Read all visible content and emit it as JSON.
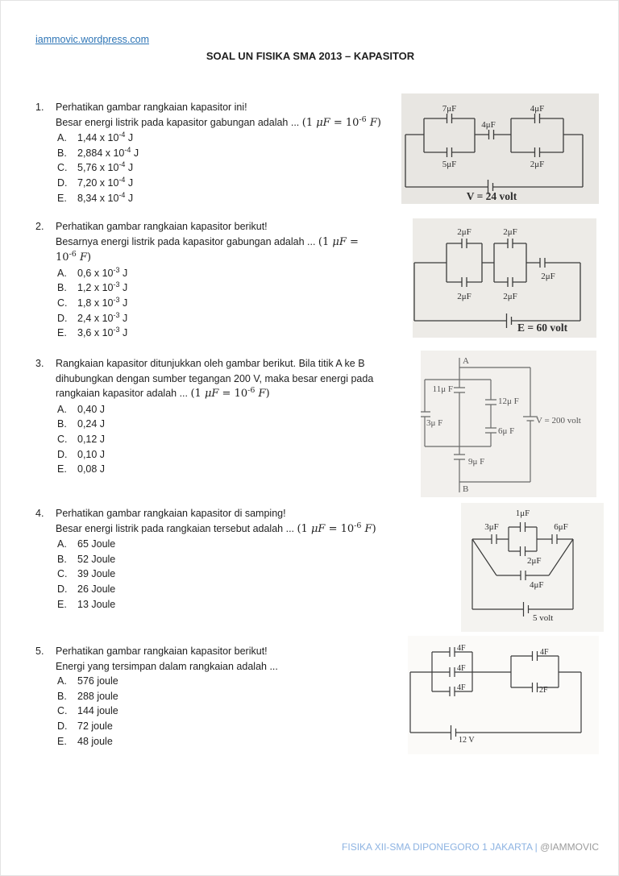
{
  "header": {
    "link": "iammovic.wordpress.com",
    "title": "SOAL UN FISIKA SMA 2013 – KAPASITOR"
  },
  "footer": {
    "left": "FISIKA XII-SMA DIPONEGORO 1 JAKARTA",
    "separator": " | ",
    "right": "@IAMMOVIC"
  },
  "colors": {
    "link_blue": "#2e75b6",
    "footer_blue": "#8db3e2",
    "footer_gray": "#9b9b9b"
  },
  "questions": [
    {
      "number": "1.",
      "stem": [
        [
          {
            "t": "Perhatikan gambar rangkaian kapasitor ini!",
            "s": "p"
          }
        ],
        [
          {
            "t": "Besar energi listrik pada kapasitor gabungan adalah ... ",
            "s": "p"
          },
          {
            "t": "(1 ",
            "s": "m"
          },
          {
            "t": "μF",
            "s": "mi"
          },
          {
            "t": " = 10",
            "s": "m"
          },
          {
            "t": "-6",
            "s": "msup"
          },
          {
            "t": " ",
            "s": "m"
          },
          {
            "t": "F",
            "s": "mi"
          },
          {
            "t": ")",
            "s": "m"
          }
        ]
      ],
      "options": [
        {
          "letter": "A.",
          "base": "1,44 x 10",
          "sup": "-4",
          "tail": " J"
        },
        {
          "letter": "B.",
          "base": "2,884 x 10",
          "sup": "-4",
          "tail": " J"
        },
        {
          "letter": "C.",
          "base": "5,76 x 10",
          "sup": "-4",
          "tail": " J"
        },
        {
          "letter": "D.",
          "base": "7,20 x 10",
          "sup": "-4",
          "tail": " J"
        },
        {
          "letter": "E.",
          "base": "8,34 x 10",
          "sup": "-4",
          "tail": " J"
        }
      ]
    },
    {
      "number": "2.",
      "stem": [
        [
          {
            "t": "Perhatikan gambar rangkaian kapasitor berikut!",
            "s": "p"
          }
        ],
        [
          {
            "t": "Besarnya energi listrik pada kapasitor gabungan adalah ... ",
            "s": "p"
          },
          {
            "t": "(1 ",
            "s": "m"
          },
          {
            "t": "μF",
            "s": "mi"
          },
          {
            "t": " =",
            "s": "m"
          }
        ],
        [
          {
            "t": "10",
            "s": "m"
          },
          {
            "t": "-6",
            "s": "msup"
          },
          {
            "t": " ",
            "s": "m"
          },
          {
            "t": "F",
            "s": "mi"
          },
          {
            "t": ")",
            "s": "m"
          }
        ]
      ],
      "options": [
        {
          "letter": "A.",
          "base": "0,6 x 10",
          "sup": "-3",
          "tail": " J"
        },
        {
          "letter": "B.",
          "base": "1,2 x 10",
          "sup": "-3",
          "tail": " J"
        },
        {
          "letter": "C.",
          "base": "1,8 x 10",
          "sup": "-3",
          "tail": " J"
        },
        {
          "letter": "D.",
          "base": "2,4 x 10",
          "sup": "-3",
          "tail": " J"
        },
        {
          "letter": "E.",
          "base": "3,6 x 10",
          "sup": "-3",
          "tail": " J"
        }
      ]
    },
    {
      "number": "3.",
      "stem": [
        [
          {
            "t": "Rangkaian kapasitor ditunjukkan oleh gambar berikut. Bila titik A ke B",
            "s": "p"
          }
        ],
        [
          {
            "t": "dihubungkan dengan sumber tegangan 200 V, maka besar energi pada",
            "s": "p"
          }
        ],
        [
          {
            "t": "rangkaian kapasitor adalah ... ",
            "s": "p"
          },
          {
            "t": "(1 ",
            "s": "m"
          },
          {
            "t": "μF",
            "s": "mi"
          },
          {
            "t": " = 10",
            "s": "m"
          },
          {
            "t": "-6",
            "s": "msup"
          },
          {
            "t": " ",
            "s": "m"
          },
          {
            "t": "F",
            "s": "mi"
          },
          {
            "t": ")",
            "s": "m"
          }
        ]
      ],
      "options": [
        {
          "letter": "A.",
          "base": "0,40 J",
          "sup": "",
          "tail": ""
        },
        {
          "letter": "B.",
          "base": "0,24 J",
          "sup": "",
          "tail": ""
        },
        {
          "letter": "C.",
          "base": "0,12 J",
          "sup": "",
          "tail": ""
        },
        {
          "letter": "D.",
          "base": "0,10 J",
          "sup": "",
          "tail": ""
        },
        {
          "letter": "E.",
          "base": "0,08 J",
          "sup": "",
          "tail": ""
        }
      ]
    },
    {
      "number": "4.",
      "stem": [
        [
          {
            "t": "Perhatikan gambar rangkaian kapasitor di samping!",
            "s": "p"
          }
        ],
        [
          {
            "t": "Besar energi listrik pada rangkaian tersebut adalah ... ",
            "s": "p"
          },
          {
            "t": "(1 ",
            "s": "m"
          },
          {
            "t": "μF",
            "s": "mi"
          },
          {
            "t": " = 10",
            "s": "m"
          },
          {
            "t": "-6",
            "s": "msup"
          },
          {
            "t": " ",
            "s": "m"
          },
          {
            "t": "F",
            "s": "mi"
          },
          {
            "t": ")",
            "s": "m"
          }
        ]
      ],
      "options": [
        {
          "letter": "A.",
          "base": "65 Joule",
          "sup": "",
          "tail": ""
        },
        {
          "letter": "B.",
          "base": "52 Joule",
          "sup": "",
          "tail": ""
        },
        {
          "letter": "C.",
          "base": "39 Joule",
          "sup": "",
          "tail": ""
        },
        {
          "letter": "D.",
          "base": "26 Joule",
          "sup": "",
          "tail": ""
        },
        {
          "letter": "E.",
          "base": "13 Joule",
          "sup": "",
          "tail": ""
        }
      ]
    },
    {
      "number": "5.",
      "stem": [
        [
          {
            "t": "Perhatikan gambar rangkaian kapasitor berikut!",
            "s": "p"
          }
        ],
        [
          {
            "t": "Energi yang tersimpan dalam rangkaian adalah ...",
            "s": "p"
          }
        ]
      ],
      "options": [
        {
          "letter": "A.",
          "base": "576 joule",
          "sup": "",
          "tail": ""
        },
        {
          "letter": "B.",
          "base": "288 joule",
          "sup": "",
          "tail": ""
        },
        {
          "letter": "C.",
          "base": "144 joule",
          "sup": "",
          "tail": ""
        },
        {
          "letter": "D.",
          "base": "72 joule",
          "sup": "",
          "tail": ""
        },
        {
          "letter": "E.",
          "base": "48 joule",
          "sup": "",
          "tail": ""
        }
      ]
    }
  ],
  "circuits": [
    {
      "labels": {
        "tl": "7μF",
        "tr": "4μF",
        "mid": "4μF",
        "bl": "5μF",
        "br": "2μF",
        "src": "V = 24 volt"
      }
    },
    {
      "labels": {
        "t1": "2μF",
        "t2": "2μF",
        "b1": "2μF",
        "b2": "2μF",
        "r": "2μF",
        "src": "E = 60 volt"
      }
    },
    {
      "labels": {
        "a": "A",
        "b": "B",
        "c11": "11μ F",
        "c12": "12μ F",
        "c3": "3μ F",
        "c6": "6μ F",
        "c9": "9μ F",
        "src": "V = 200 volt"
      }
    },
    {
      "labels": {
        "c1": "1μF",
        "c3": "3μF",
        "c6": "6μF",
        "c2": "2μF",
        "c4": "4μF",
        "src": "5 volt"
      }
    },
    {
      "labels": {
        "l1": "4F",
        "l2": "4F",
        "l3": "4F",
        "rt": "4F",
        "rb": "2F",
        "src": "12 V"
      }
    }
  ]
}
